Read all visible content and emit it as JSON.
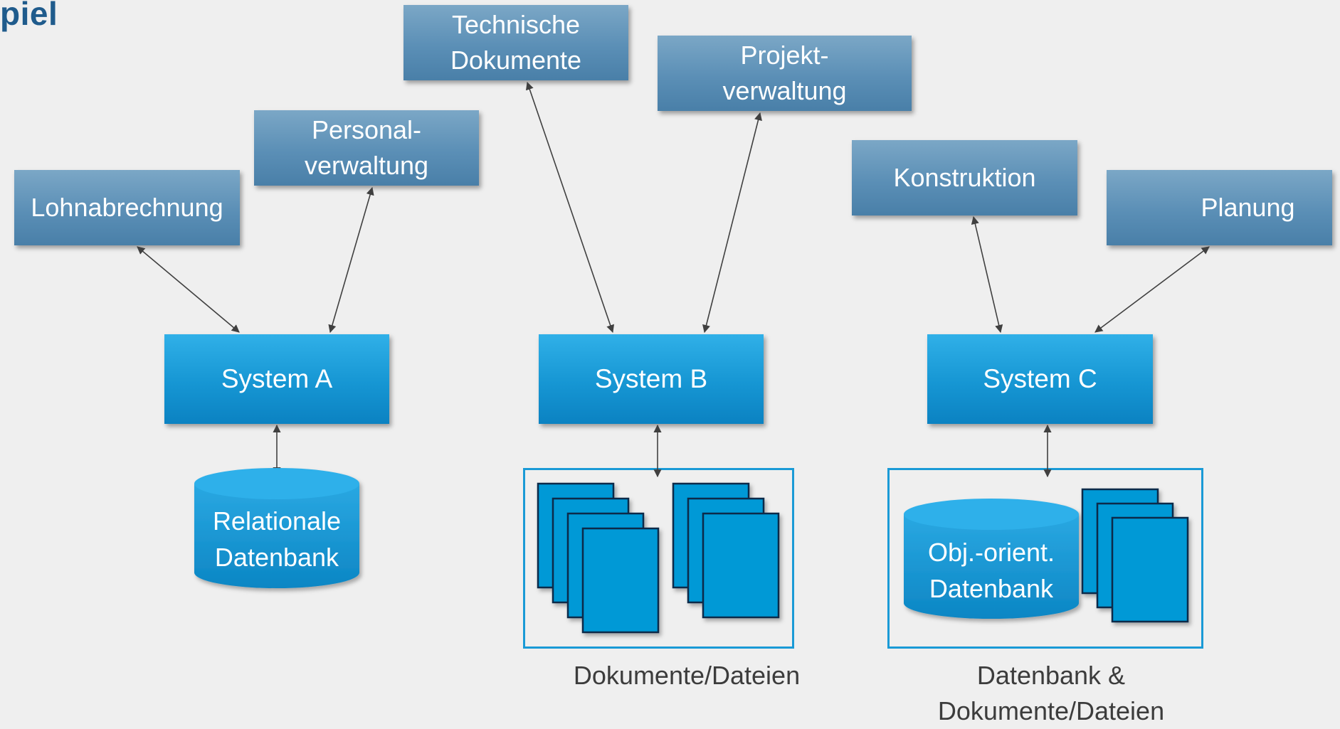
{
  "title": "piel",
  "apps": {
    "lohnabrechnung": "Lohnabrechnung",
    "personalverwaltung": "Personal-\nverwaltung",
    "technische_dokumente": "Technische\nDokumente",
    "projektverwaltung": "Projekt-\nverwaltung",
    "konstruktion": "Konstruktion",
    "planung": "Planung"
  },
  "systems": {
    "a": "System A",
    "b": "System B",
    "c": "System C"
  },
  "databases": {
    "relational": "Relationale\nDatenbank",
    "object_oriented": "Obj.-orient.\nDatenbank"
  },
  "captions": {
    "documents_files": "Dokumente/Dateien",
    "db_and_documents": "Datenbank &\nDokumente/Dateien"
  },
  "colors": {
    "app_box": "#5b8fb6",
    "system_box": "#1696d3",
    "document": "#0399d6",
    "title": "#1f5b8c"
  }
}
